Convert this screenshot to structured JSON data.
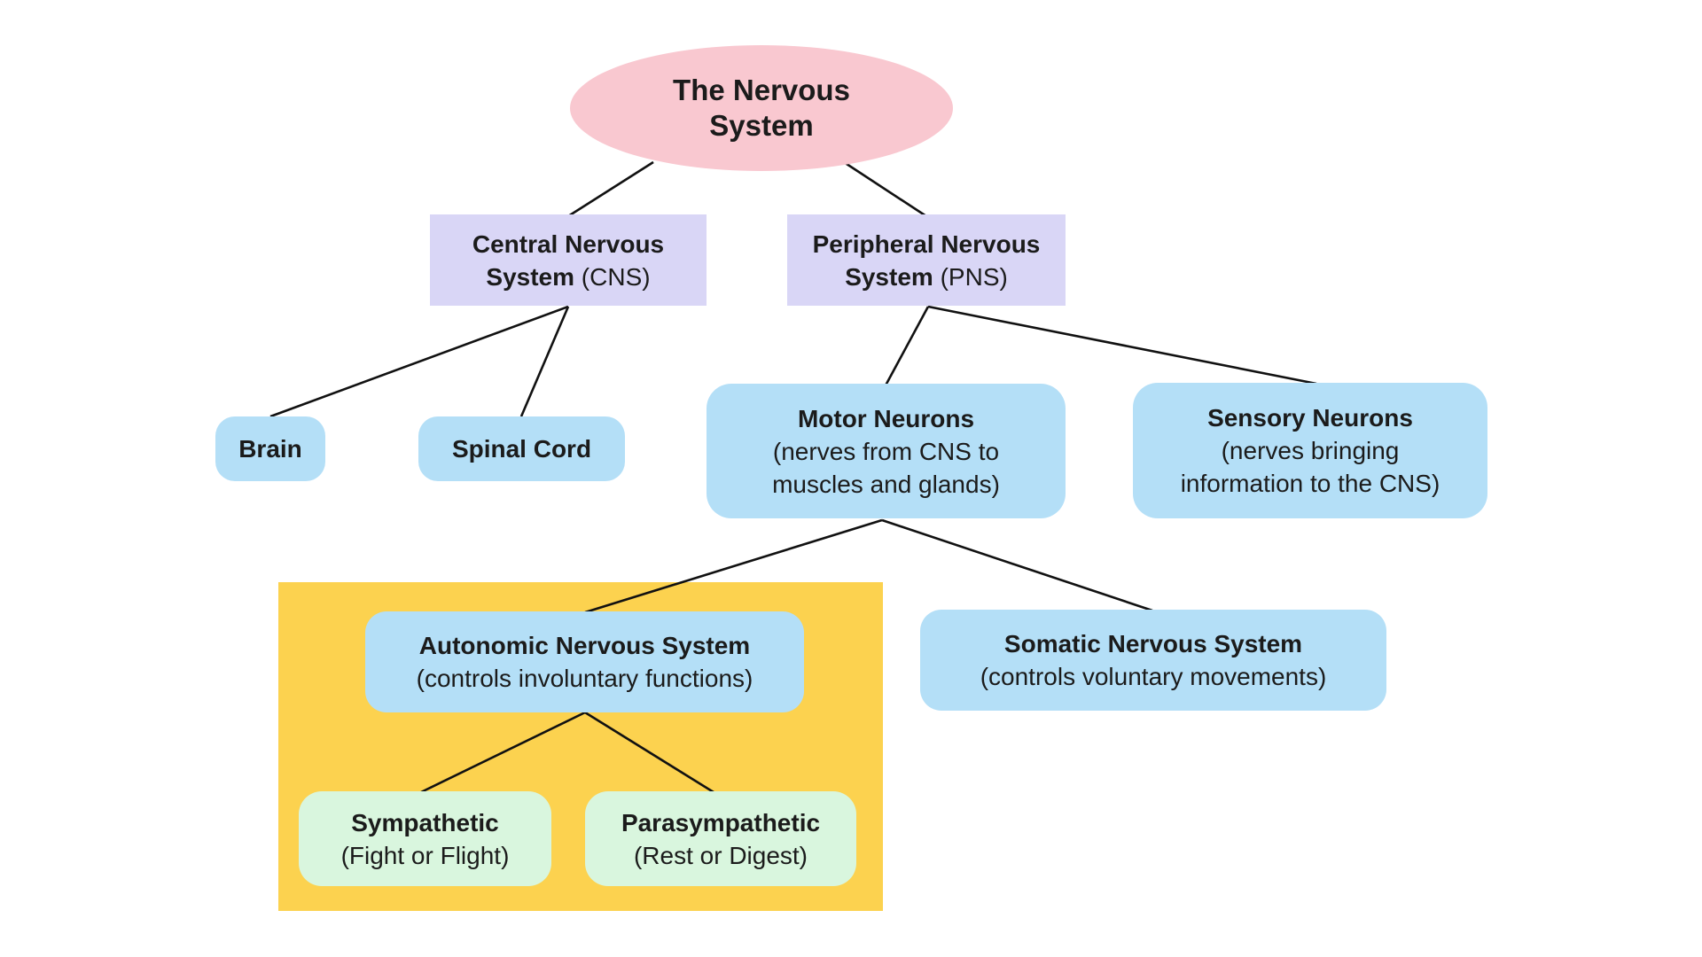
{
  "diagram": {
    "type": "hierarchy-tree",
    "topic": "The Nervous System",
    "colors": {
      "background": "#ffffff",
      "root_ellipse": "#f9c8d0",
      "level2_box": "#d9d6f6",
      "level3_box": "#b4dff7",
      "leaf_box": "#d9f6de",
      "highlight_panel": "#fcd24f",
      "edge_line": "#111111",
      "text": "#1b1b1b"
    },
    "nodes": {
      "root": {
        "line1": "The Nervous",
        "line2": "System"
      },
      "cns": {
        "bold1": "Central Nervous",
        "bold2": "System",
        "plain2": " (CNS)"
      },
      "pns": {
        "bold1": "Peripheral Nervous",
        "bold2": "System",
        "plain2": " (PNS)"
      },
      "brain": {
        "label": "Brain"
      },
      "spinal": {
        "label": "Spinal Cord"
      },
      "motor": {
        "title": "Motor Neurons",
        "sub1": "(nerves from CNS to",
        "sub2": "muscles and glands)"
      },
      "sensory": {
        "title": "Sensory Neurons",
        "sub1": "(nerves bringing",
        "sub2": "information to the CNS)"
      },
      "autonomic": {
        "title": "Autonomic Nervous System",
        "sub": "(controls involuntary functions)"
      },
      "somatic": {
        "title": "Somatic Nervous System",
        "sub": "(controls voluntary movements)"
      },
      "sympathetic": {
        "title": "Sympathetic",
        "sub": "(Fight or Flight)"
      },
      "parasympathetic": {
        "title": "Parasympathetic",
        "sub": "(Rest or Digest)"
      }
    },
    "edges": [
      {
        "from": "root",
        "to": "cns"
      },
      {
        "from": "root",
        "to": "pns"
      },
      {
        "from": "cns",
        "to": "brain"
      },
      {
        "from": "cns",
        "to": "spinal"
      },
      {
        "from": "pns",
        "to": "motor"
      },
      {
        "from": "pns",
        "to": "sensory"
      },
      {
        "from": "motor",
        "to": "autonomic"
      },
      {
        "from": "motor",
        "to": "somatic"
      },
      {
        "from": "autonomic",
        "to": "sympathetic"
      },
      {
        "from": "autonomic",
        "to": "parasympathetic"
      }
    ],
    "highlight_panel_contains": [
      "autonomic",
      "sympathetic",
      "parasympathetic"
    ]
  }
}
